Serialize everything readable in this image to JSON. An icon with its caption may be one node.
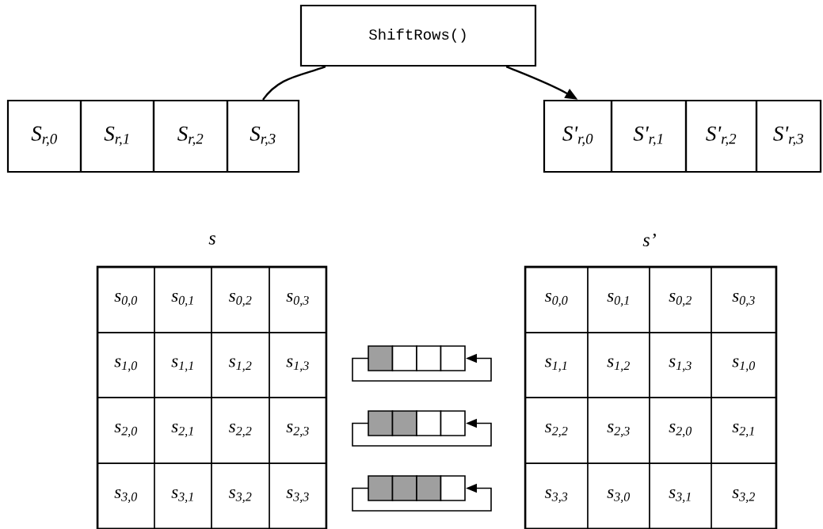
{
  "diagram": {
    "nodes": [
      {
        "text": [
          "ShiftRows()"
        ]
      },
      {
        "text": [
          "S$_{r,0}$"
        ]
      },
      {
        "text": [
          "S$_{r,1}$"
        ]
      },
      {
        "text": [
          "S$_{r,2}$"
        ]
      },
      {
        "text": [
          "S$_{r,3}$"
        ]
      },
      {
        "text": [
          "S'$_{r,0}$"
        ]
      },
      {
        "text": [
          "S'$_{r,1}$"
        ]
      },
      {
        "text": [
          "S'$_{r,2}$"
        ]
      },
      {
        "text": [
          "S'$_{r,3}$"
        ]
      }
    ],
    "edges": [
      {
        "from": 4,
        "to": 0,
        "arrow": "none"
      },
      {
        "from": 0,
        "to": 5,
        "arrow": "to"
      }
    ],
    "labels": [
      "s",
      "s’",
      "s$_{0,0}$",
      "s$_{0,1}$",
      "s$_{0,2}$",
      "s$_{0,3}$",
      "s$_{1,0}$",
      "s$_{1,1}$",
      "s$_{1,2}$",
      "s$_{1,3}$",
      "s$_{2,0}$",
      "s$_{2,1}$",
      "s$_{2,2}$",
      "s$_{2,3}$",
      "s$_{3,0}$",
      "s$_{3,1}$",
      "s$_{3,2}$",
      "s$_{3,3}$",
      "s$_{0,0}$",
      "s$_{0,1}$",
      "s$_{0,2}$",
      "s$_{0,3}$",
      "s$_{1,1}$",
      "s$_{1,2}$",
      "s$_{1,3}$",
      "s$_{1,0}$",
      "s$_{2,2}$",
      "s$_{2,3}$",
      "s$_{2,0}$",
      "s$_{2,1}$",
      "s$_{3,3}$",
      "s$_{3,0}$",
      "s$_{3,1}$",
      "s$_{3,2}$"
    ]
  }
}
